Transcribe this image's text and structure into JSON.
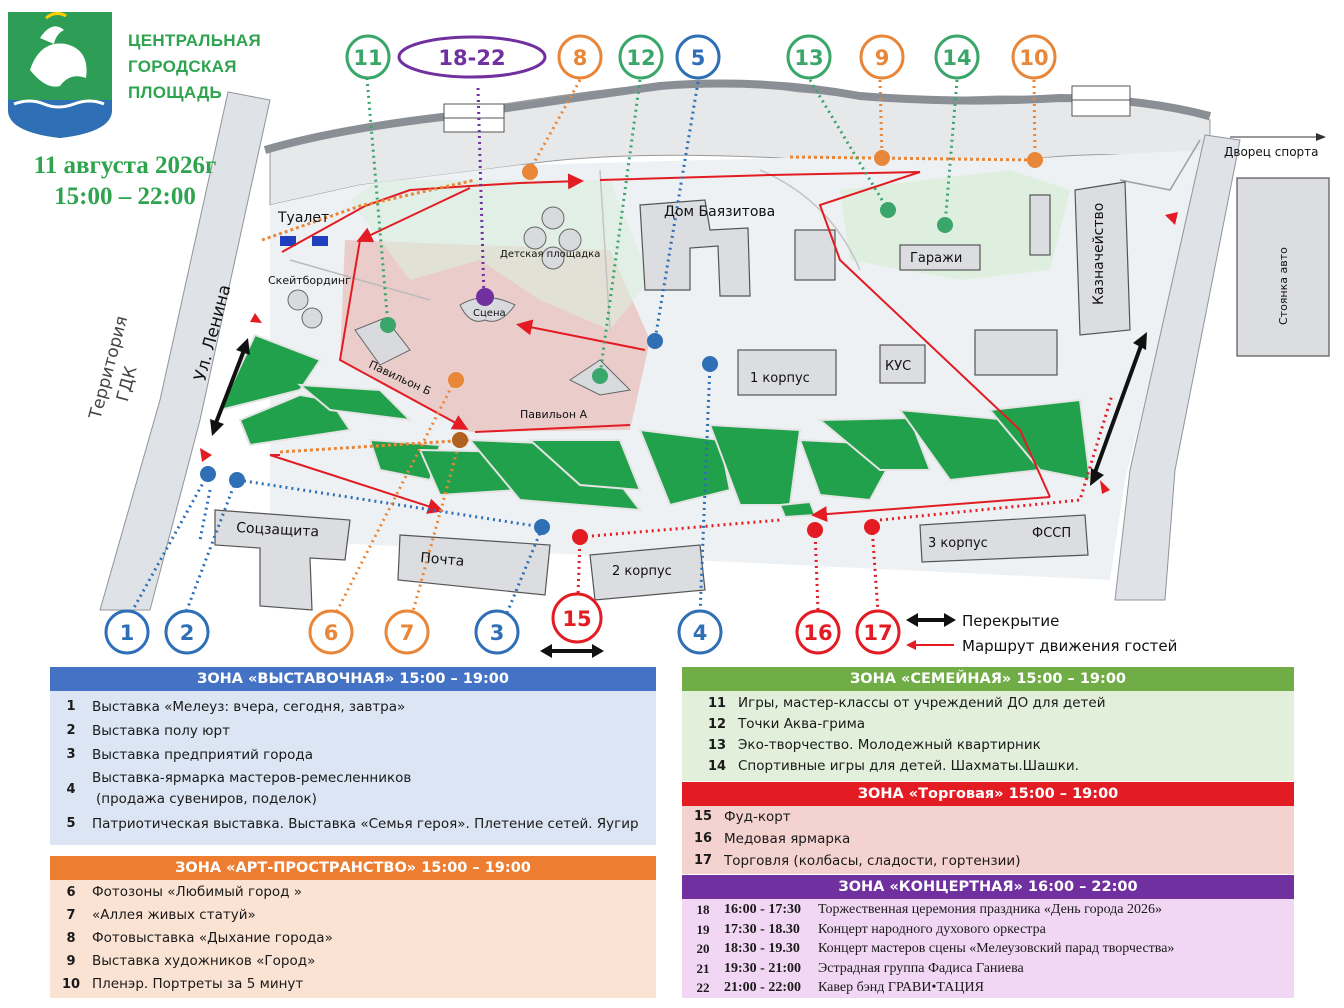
{
  "header": {
    "title_lines": [
      "ЦЕНТРАЛЬНАЯ",
      "ГОРОДСКАЯ",
      "ПЛОЩАДЬ"
    ],
    "date": "11 августа 2026г",
    "time": "15:00 – 22:00"
  },
  "map": {
    "labels": {
      "toilet": "Туалет",
      "skate": "Скейтбординг",
      "playground": "Детская площадка",
      "stage": "Сцена",
      "pavilion_b": "Павильон Б",
      "pavilion_a": "Павильон А",
      "dom": "Дом Баязитова",
      "garages": "Гаражи",
      "treasury": "Казначейство",
      "korpus1": "1 корпус",
      "kus": "КУС",
      "socz": "Соцзащита",
      "post": "Почта",
      "korpus2": "2 корпус",
      "korpus3": "3 корпус",
      "fssp": "ФССП",
      "lenina": "Ул. Ленина",
      "gdk": [
        "Территория",
        "ГДК"
      ],
      "parking": "Стоянка авто",
      "sport": "Дворец спорта"
    },
    "markers": {
      "m1": "1",
      "m2": "2",
      "m3": "3",
      "m4": "4",
      "m5": "5",
      "m6": "6",
      "m7": "7",
      "m8": "8",
      "m9": "9",
      "m10": "10",
      "m11": "11",
      "m12": "12",
      "m13": "13",
      "m14": "14",
      "m15": "15",
      "m16": "16",
      "m17": "17",
      "m18": "18-22"
    },
    "legend": {
      "closure": "Перекрытие",
      "route": "Маршрут движения гостей"
    },
    "colors": {
      "blue": "#2e6fb6",
      "orange": "#e8873a",
      "green": "#3aa66a",
      "red": "#e31b23",
      "purple": "#7030a0",
      "park": "#22a14c"
    }
  },
  "zones": {
    "exhibition": {
      "header": "ЗОНА «ВЫСТАВОЧНАЯ» 15:00 – 19:00",
      "color": "#4472c4",
      "items": [
        {
          "n": "1",
          "t": "Выставка «Мелеуз: вчера, сегодня, завтра»"
        },
        {
          "n": "2",
          "t": "Выставка полу юрт"
        },
        {
          "n": "3",
          "t": "Выставка предприятий города"
        },
        {
          "n": "4",
          "t": "Выставка-ярмарка мастеров-ремесленников",
          "t2": "(продажа сувениров, поделок)"
        },
        {
          "n": "5",
          "t": "Патриотическая выставка. Выставка «Семья героя». Плетение сетей. Яугир"
        }
      ]
    },
    "art": {
      "header": "ЗОНА «АРТ-ПРОСТРАНСТВО» 15:00 – 19:00",
      "color": "#ed7d31",
      "items": [
        {
          "n": "6",
          "t": "Фотозоны «Любимый город »"
        },
        {
          "n": "7",
          "t": "«Аллея живых статуй»"
        },
        {
          "n": "8",
          "t": "Фотовыставка «Дыхание города»"
        },
        {
          "n": "9",
          "t": "Выставка художников «Город»"
        },
        {
          "n": "10",
          "t": "Пленэр. Портреты за 5 минут"
        }
      ]
    },
    "family": {
      "header": "ЗОНА «СЕМЕЙНАЯ» 15:00 – 19:00",
      "color": "#70ad47",
      "items": [
        {
          "n": "11",
          "t": "Игры, мастер-классы от учреждений ДО для детей"
        },
        {
          "n": "12",
          "t": "Точки Аква-грима"
        },
        {
          "n": "13",
          "t": "Эко-творчество. Молодежный квартирник"
        },
        {
          "n": "14",
          "t": "Спортивные игры для детей. Шахматы.Шашки."
        }
      ]
    },
    "trade": {
      "header": "ЗОНА «Торговая» 15:00 – 19:00",
      "color": "#e31b23",
      "items": [
        {
          "n": "15",
          "t": "Фуд-корт"
        },
        {
          "n": "16",
          "t": "Медовая ярмарка"
        },
        {
          "n": "17",
          "t": "Торговля (колбасы, сладости, гортензии)"
        }
      ]
    },
    "concert": {
      "header": "ЗОНА «КОНЦЕРТНАЯ» 16:00 – 22:00",
      "color": "#7030a0",
      "items": [
        {
          "n": "18",
          "time": "16:00 - 17:30",
          "t": "Торжественная церемония праздника «День города 2026»"
        },
        {
          "n": "19",
          "time": "17:30 - 18.30",
          "t": "Концерт народного духового оркестра"
        },
        {
          "n": "20",
          "time": "18:30 - 19.30",
          "t": "Концерт мастеров сцены «Мелеузовский парад творчества»"
        },
        {
          "n": "21",
          "time": "19:30 - 21:00",
          "t": "Эстрадная группа Фадиса Ганиева"
        },
        {
          "n": "22",
          "time": "21:00 - 22:00",
          "t": "Кавер бэнд ГРАВИ•ТАЦИЯ"
        }
      ]
    }
  }
}
